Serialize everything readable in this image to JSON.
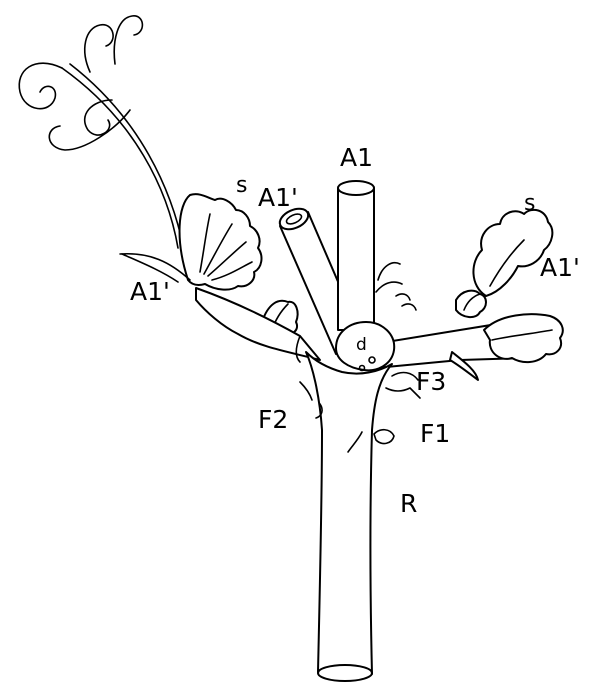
{
  "labels": {
    "a1_top": "A1",
    "a1p_left_upper": "A1'",
    "a1p_left_lower": "A1'",
    "a1p_right": "A1'",
    "s_left": "s",
    "s_right": "s",
    "d": "d",
    "f1": "F1",
    "f2": "F2",
    "f3": "F3",
    "r": "R"
  },
  "colors": {
    "line": "#000000",
    "paper": "#ffffff"
  }
}
